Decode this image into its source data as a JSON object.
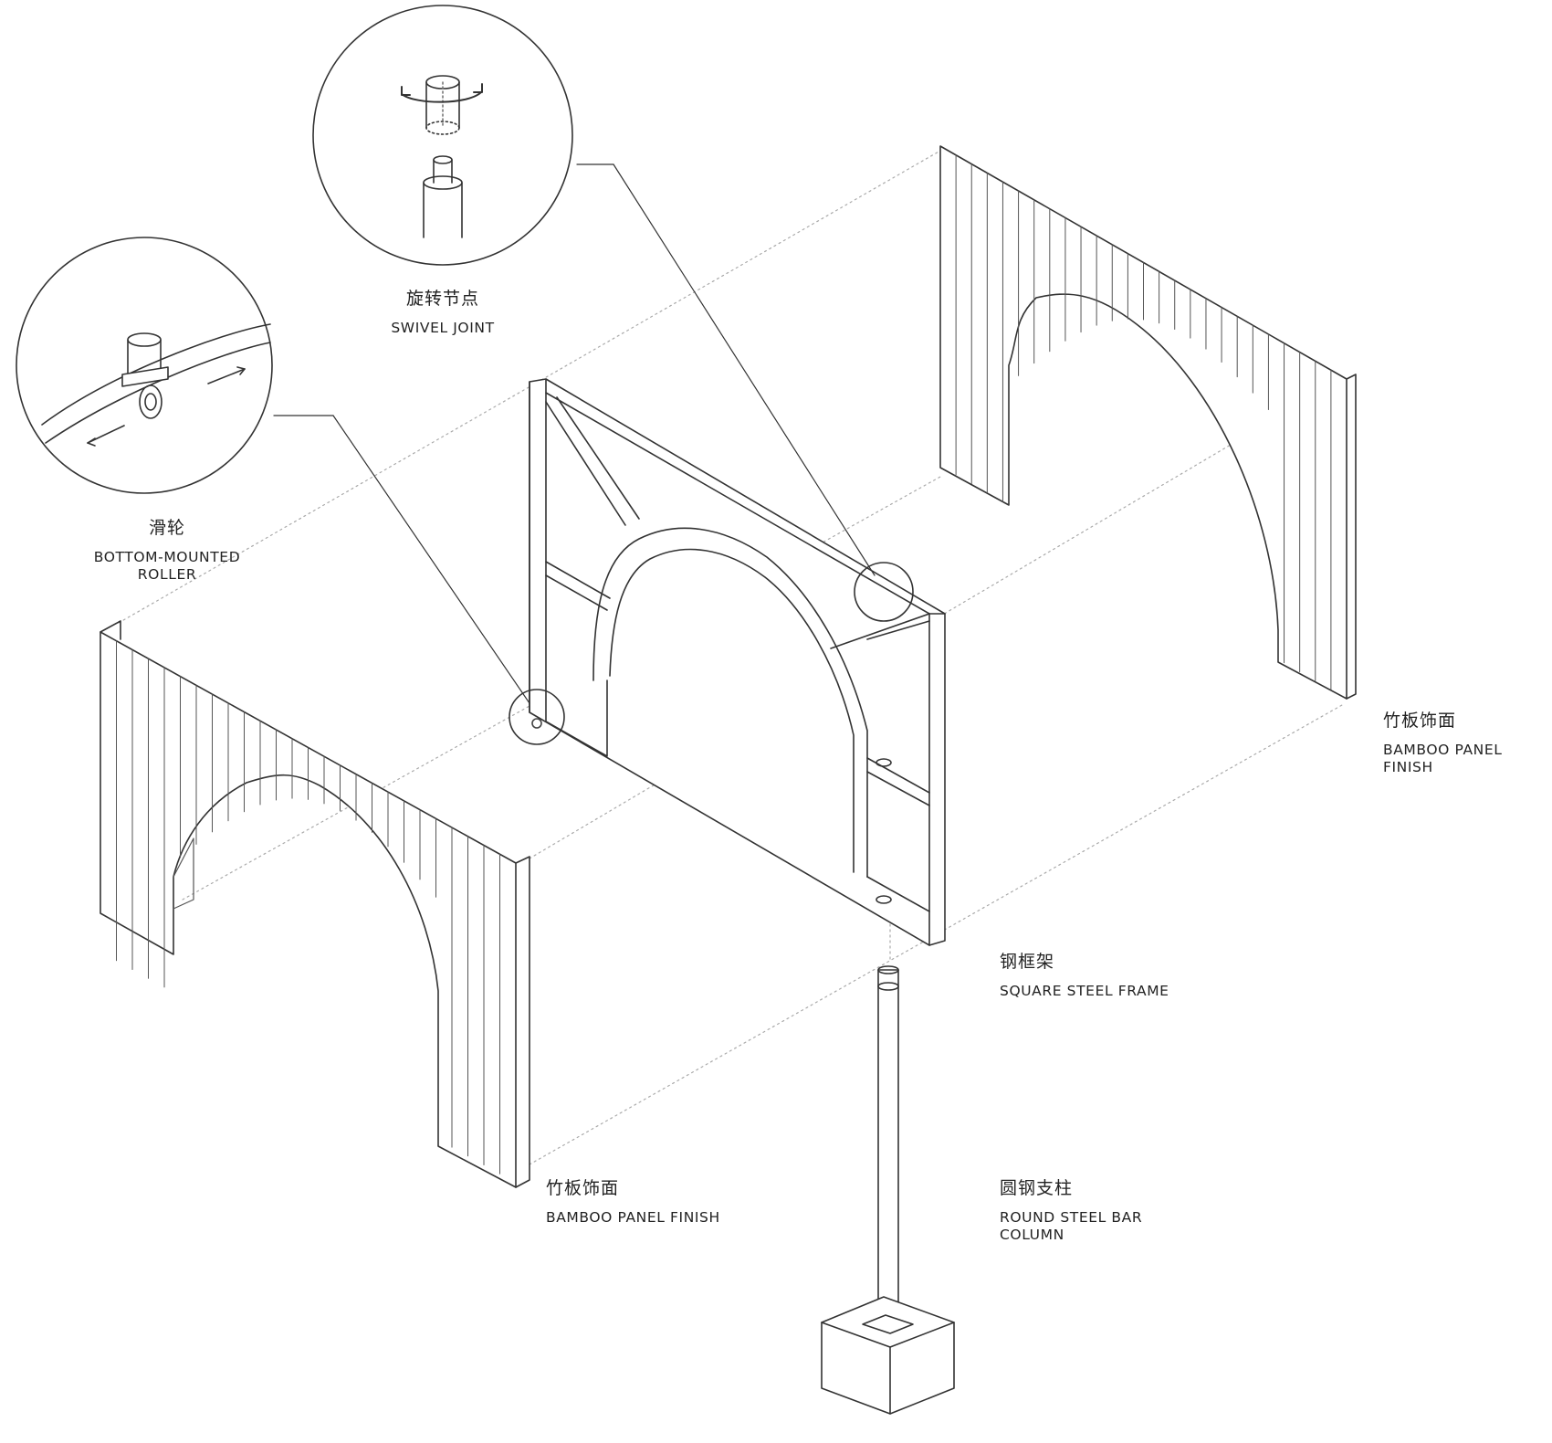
{
  "labels": {
    "swivel": {
      "zh": "旋转节点",
      "en": "SWIVEL JOINT"
    },
    "roller": {
      "zh": "滑轮",
      "en": "BOTTOM-MOUNTED\nROLLER"
    },
    "bamboo_right": {
      "zh": "竹板饰面",
      "en": "BAMBOO PANEL FINISH"
    },
    "bamboo_left": {
      "zh": "竹板饰面",
      "en": "BAMBOO PANEL FINISH"
    },
    "steel_frame": {
      "zh": "钢框架",
      "en": "SQUARE STEEL FRAME"
    },
    "column": {
      "zh": "圆钢支柱",
      "en": "ROUND STEEL BAR\nCOLUMN"
    }
  }
}
